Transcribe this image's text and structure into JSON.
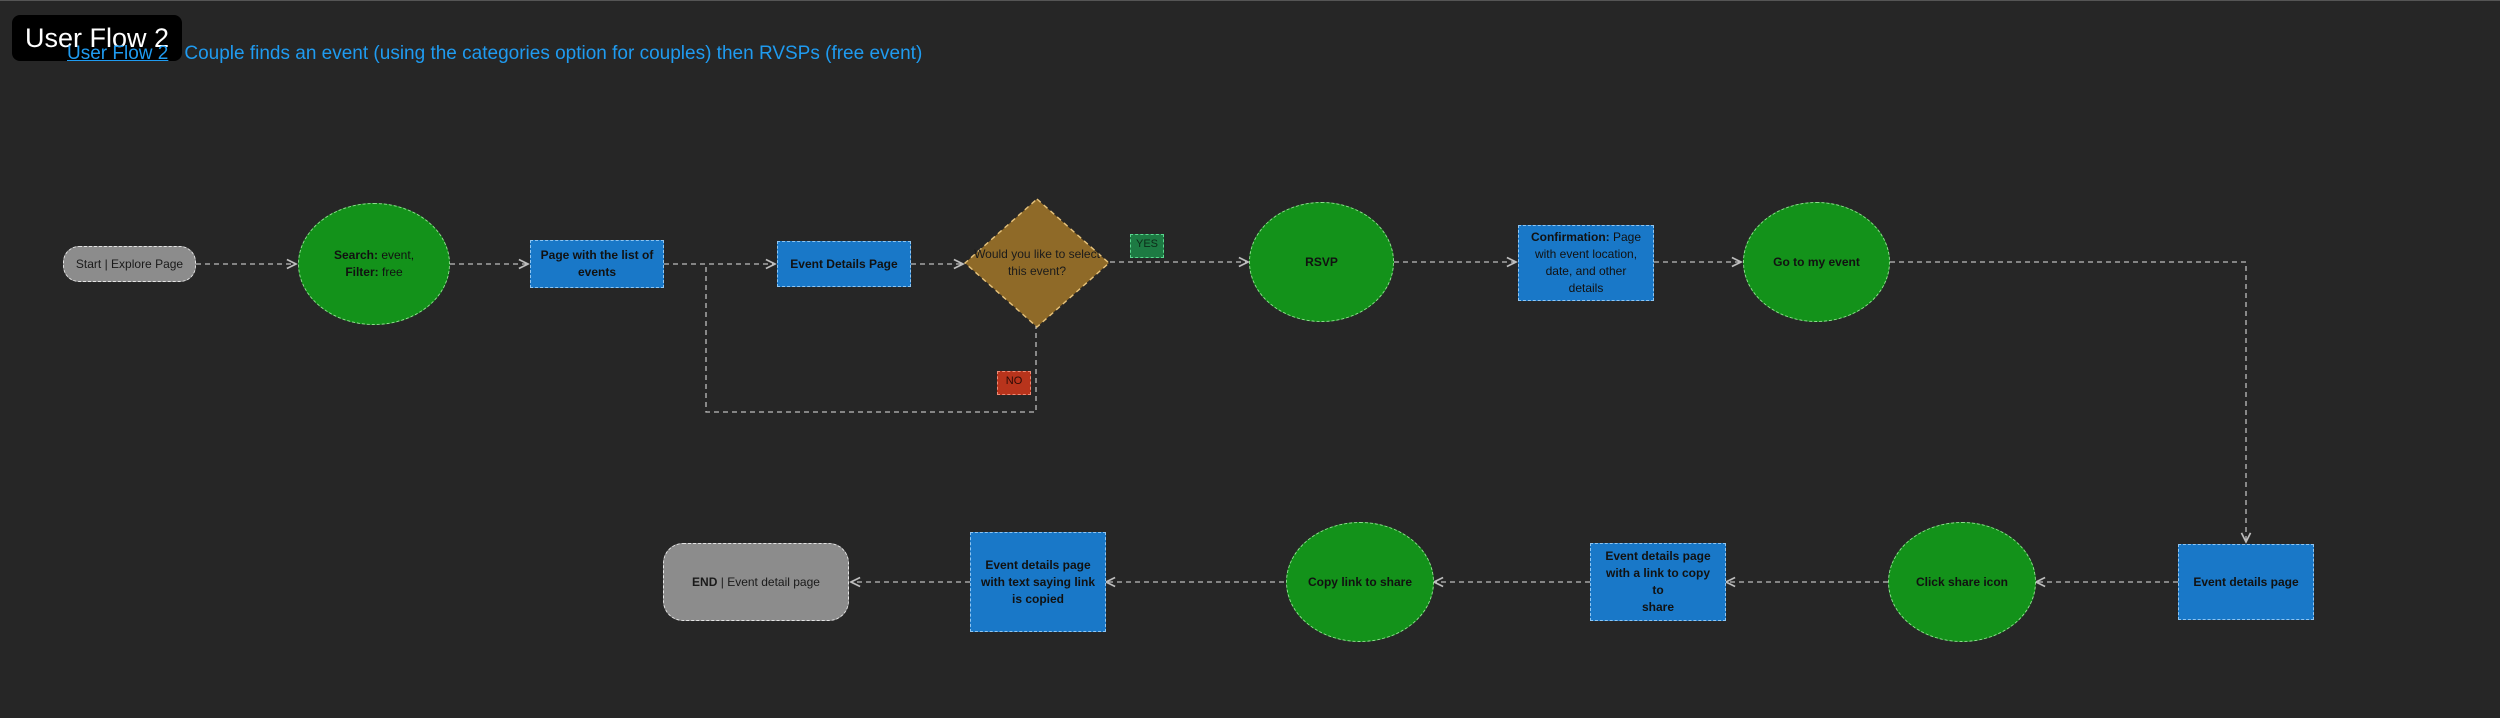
{
  "frame": {
    "label": "User Flow 2"
  },
  "heading": {
    "link_text": "User Flow 2",
    "description": "Couple finds an event (using the categories option for couples) then RVSPs (free event)"
  },
  "nodes": {
    "start": {
      "bold": "Start",
      "sep": "|",
      "rest": "Explore Page"
    },
    "search": {
      "line1_bold": "Search:",
      "line1_rest": " event,",
      "line2_bold": "Filter:",
      "line2_rest": " free"
    },
    "list_page": {
      "line1": "Page with the list of",
      "line2": "events"
    },
    "event_details": {
      "text": "Event Details Page"
    },
    "decision": {
      "line1": "Would you",
      "line2": "like to select",
      "line3": "this event?"
    },
    "yes": {
      "text": "YES"
    },
    "no": {
      "text": "NO"
    },
    "rsvp": {
      "text": "RSVP"
    },
    "confirmation": {
      "line1_bold": "Confirmation:",
      "line1_rest": " Page",
      "line2": "with event location,",
      "line3": "date, and other details"
    },
    "go_my_event": {
      "text": "Go to my event"
    },
    "event_details_page2": {
      "text": "Event details page"
    },
    "click_share": {
      "text": "Click share icon"
    },
    "share_link_page": {
      "line1": "Event details page",
      "line2": "with a link to copy to",
      "line3": "share"
    },
    "copy_link": {
      "text": "Copy link to share"
    },
    "copied_page": {
      "line1": "Event details page",
      "line2": "with text saying link",
      "line3": "is copied"
    },
    "end": {
      "bold": "END",
      "sep": "|",
      "rest": "Event detail page"
    }
  },
  "colors": {
    "background": "#262626",
    "ellipse_fill": "#13921a",
    "rect_fill": "#1978c8",
    "terminal_fill": "#8c8c8c",
    "diamond_fill": "#8f6a28",
    "edge": "#bdbdbd",
    "heading_text": "#1f9bf0"
  }
}
